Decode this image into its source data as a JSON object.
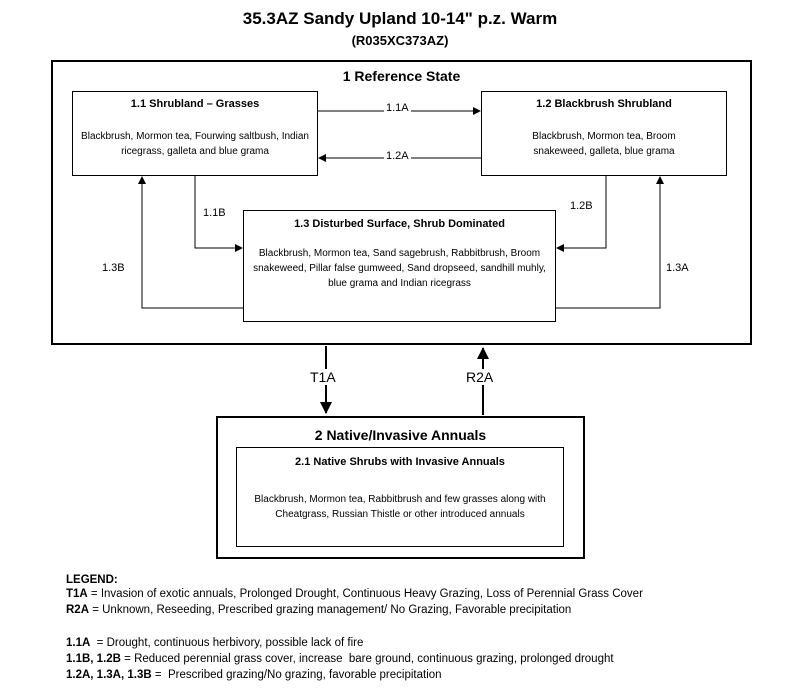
{
  "title": "35.3AZ Sandy Upland 10-14\" p.z. Warm",
  "subtitle": "(R035XC373AZ)",
  "states": {
    "reference": {
      "title": "1 Reference State",
      "phases": {
        "p11": {
          "title": "1.1 Shrubland – Grasses",
          "description": "Blackbrush, Mormon tea, Fourwing saltbush, Indian ricegrass, galleta and blue grama"
        },
        "p12": {
          "title": "1.2 Blackbrush Shrubland",
          "description": "Blackbrush, Mormon tea, Broom snakeweed,  galleta, blue grama"
        },
        "p13": {
          "title": "1.3 Disturbed Surface,  Shrub Dominated",
          "description": "Blackbrush, Mormon tea, Sand sagebrush, Rabbitbrush, Broom snakeweed, Pillar false gumweed, Sand dropseed, sandhill muhly, blue grama and Indian ricegrass"
        }
      }
    },
    "native_invasive": {
      "title": "2 Native/Invasive Annuals",
      "phases": {
        "p21": {
          "title": "2.1 Native Shrubs with Invasive Annuals",
          "description": "Blackbrush, Mormon tea, Rabbitbrush and few grasses along with Cheatgrass, Russian Thistle or other introduced annuals"
        }
      }
    }
  },
  "transitions": {
    "t11a": "1.1A",
    "t12a": "1.2A",
    "t11b": "1.1B",
    "t12b": "1.2B",
    "t13a": "1.3A",
    "t13b": "1.3B",
    "t1a": "T1A",
    "r2a": "R2A"
  },
  "legend": {
    "heading": "LEGEND:",
    "items": [
      {
        "key": "T1A",
        "text": " = Invasion of exotic annuals, Prolonged Drought, Continuous Heavy Grazing, Loss of Perennial Grass Cover"
      },
      {
        "key": "R2A",
        "text": " = Unknown, Reseeding, Prescribed grazing management/ No Grazing, Favorable precipitation"
      },
      {
        "key": "1.1A",
        "text": "  = Drought, continuous herbivory, possible lack of fire"
      },
      {
        "key": "1.1B, 1.2B",
        "text": " = Reduced perennial grass cover, increase  bare ground, continuous grazing, prolonged drought"
      },
      {
        "key": "1.2A, 1.3A, 1.3B",
        "text": " =  Prescribed grazing/No grazing, favorable precipitation"
      }
    ]
  }
}
